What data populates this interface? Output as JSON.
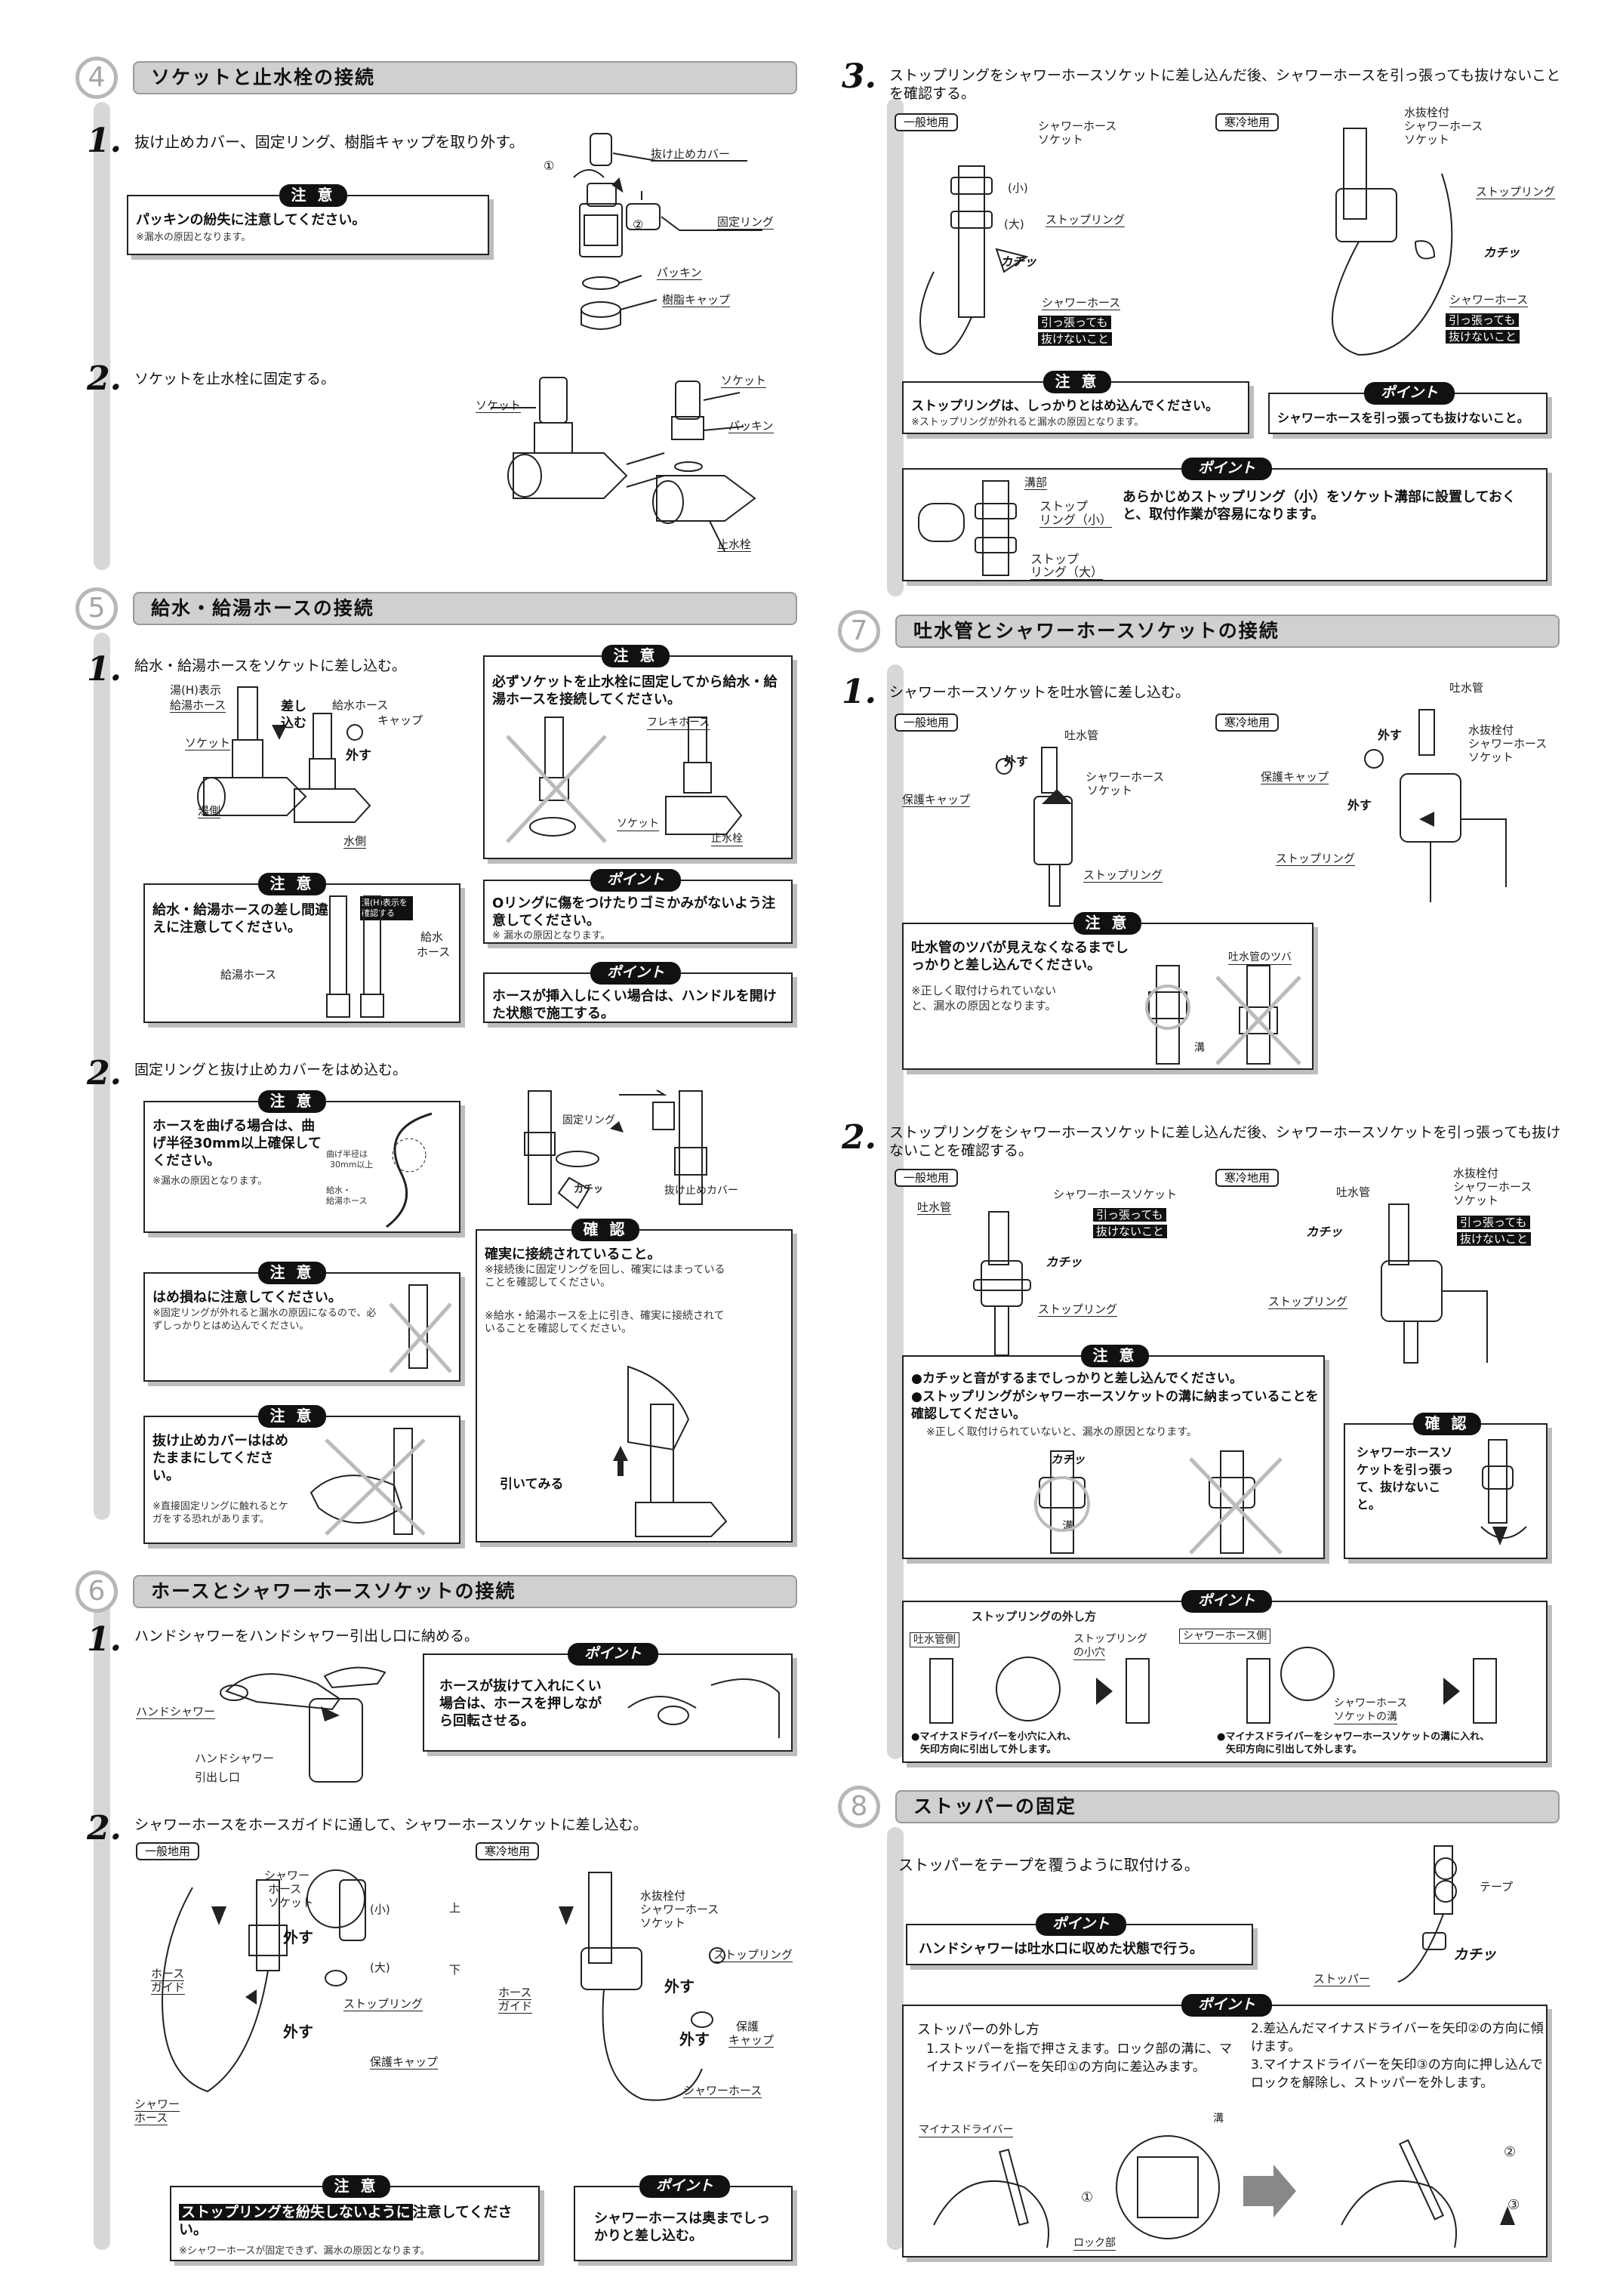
{
  "sec4": {
    "num": "4",
    "title": "ソケットと止水栓の接続",
    "s1": {
      "n": "1.",
      "text": "抜け止めカバー、固定リング、樹脂キャップを取り外す。",
      "caution": {
        "tag": "注 意",
        "main": "パッキンの紛失に注意してください。",
        "note": "※漏水の原因となります。"
      },
      "labels": {
        "cover": "抜け止めカバー",
        "ring": "固定リング",
        "packing": "パッキン",
        "cap": "樹脂キャップ",
        "c1": "①",
        "c2": "②"
      }
    },
    "s2": {
      "n": "2.",
      "text": "ソケットを止水栓に固定する。",
      "labels": {
        "socket_a": "ソケット",
        "socket_b": "ソケット",
        "packing": "パッキン",
        "valve": "止水栓"
      }
    }
  },
  "sec5": {
    "num": "5",
    "title": "給水・給湯ホースの接続",
    "s1": {
      "n": "1.",
      "text": "給水・給湯ホースをソケットに差し込む。",
      "labels": {
        "hot": "湯(H)表示",
        "hot2": "給湯ホース",
        "insert": "差し",
        "insert2": "込む",
        "cold": "給水ホース",
        "cap": "キャップ",
        "remove": "外す",
        "socket": "ソケット",
        "hotside": "湯側",
        "coldside": "水側"
      },
      "caution1": {
        "tag": "注 意",
        "main": "必ずソケットを止水栓に固定してから給水・給湯ホースを接続してください。",
        "flex": "フレキホース",
        "socket": "ソケット",
        "valve": "止水栓"
      },
      "caution2": {
        "tag": "注 意",
        "main": "給水・給湯ホースの差し間違えに注意してください。",
        "hose": "給湯ホース",
        "mark": "湯(H)表示を確認する",
        "cold": "給水",
        "cold2": "ホース"
      },
      "point1": {
        "tag": "ポイント",
        "main": "Oリングに傷をつけたりゴミかみがないよう注意してください。",
        "note": "※ 漏水の原因となります。"
      },
      "point2": {
        "tag": "ポイント",
        "main": "ホースが挿入しにくい場合は、ハンドルを開けた状態で施工する。"
      }
    },
    "s2": {
      "n": "2.",
      "text": "固定リングと抜け止めカバーをはめ込む。",
      "caution1": {
        "tag": "注 意",
        "main": "ホースを曲げる場合は、曲げ半径30mm以上確保してください。",
        "note": "※漏水の原因となります。",
        "l1": "曲げ半径は",
        "l2": "30mm以上",
        "l3": "給水・",
        "l4": "給湯ホース"
      },
      "caution2": {
        "tag": "注 意",
        "main": "はめ損ねに注意してください。",
        "note": "※固定リングが外れると漏水の原因になるので、必ずしっかりとはめ込んでください。"
      },
      "caution3": {
        "tag": "注 意",
        "main": "抜け止めカバーははめたままにしてください。",
        "note": "※直接固定リングに触れるとケガをする恐れがあります。"
      },
      "labels": {
        "ring": "固定リング",
        "cover": "抜け止めカバー",
        "click": "カチッ"
      },
      "confirm": {
        "tag": "確 認",
        "main": "確実に接続されていること。",
        "note1": "※接続後に固定リングを回し、確実にはまっていることを確認してください。",
        "note2": "※給水・給湯ホースを上に引き、確実に接続されていることを確認してください。",
        "pull": "引いてみる"
      }
    }
  },
  "sec6": {
    "num": "6",
    "title": "ホースとシャワーホースソケットの接続",
    "s1": {
      "n": "1.",
      "text": "ハンドシャワーをハンドシャワー引出し口に納める。",
      "labels": {
        "hs": "ハンドシャワー",
        "hs2": "ハンドシャワー",
        "exit": "引出し口"
      },
      "point": {
        "tag": "ポイント",
        "main": "ホースが抜けて入れにくい場合は、ホースを押しながら回転させる。"
      }
    },
    "s2": {
      "n": "2.",
      "text": "シャワーホースをホースガイドに通して、シャワーホースソケットに差し込む。",
      "general": "一般地用",
      "cold": "寒冷地用",
      "labels": {
        "sock": "シャワー",
        "sock2": "ホース",
        "sock3": "ソケット",
        "remove": "外す",
        "small": "(小)",
        "top": "上",
        "large": "(大)",
        "bottom": "下",
        "guide": "ホース",
        "guide2": "ガイド",
        "stopring": "ストップリング",
        "remove2": "外す",
        "cap": "保護キャップ",
        "shower": "シャワー",
        "shower2": "ホース",
        "c_drain": "水抜栓付",
        "c_sock": "シャワーホース",
        "c_sock2": "ソケット",
        "c_remove": "外す",
        "c_stopring": "ストップリング",
        "c_guide": "ホース",
        "c_guide2": "ガイド",
        "c_remove2": "外す",
        "c_cap": "保護",
        "c_cap2": "キャップ",
        "c_shower": "シャワーホース"
      },
      "caution": {
        "tag": "注 意",
        "hl": "ストップリングを紛失しないように",
        "main": "注意してください。",
        "note": "※シャワーホースが固定できず、漏水の原因となります。"
      },
      "point": {
        "tag": "ポイント",
        "main": "シャワーホースは奥までしっかりと差し込む。"
      }
    }
  },
  "s3": {
    "n": "3.",
    "text": "ストップリングをシャワーホースソケットに差し込んだ後、シャワーホースを引っ張っても抜けないことを確認する。",
    "general": "一般地用",
    "cold": "寒冷地用",
    "labels": {
      "sock": "シャワーホース",
      "sock2": "ソケット",
      "small": "(小)",
      "large": "(大)",
      "stopring": "ストップリング",
      "click": "カチッ",
      "shower": "シャワーホース",
      "pull1": "引っ張っても",
      "pull2": "抜けないこと",
      "c_drain": "水抜栓付",
      "c_sock": "シャワーホース",
      "c_sock2": "ソケット",
      "c_stopring": "ストップリング",
      "c_click": "カチッ",
      "c_shower": "シャワーホース",
      "c_pull1": "引っ張っても",
      "c_pull2": "抜けないこと"
    },
    "caution": {
      "tag": "注 意",
      "main": "ストップリングは、しっかりとはめ込んでください。",
      "note": "※ストップリングが外れると漏水の原因となります。"
    },
    "point1": {
      "tag": "ポイント",
      "main": "シャワーホースを引っ張っても抜けないこと。"
    },
    "point2": {
      "tag": "ポイント",
      "main": "あらかじめストップリング（小）をソケット溝部に設置しておくと、取付作業が容易になります。",
      "groove": "溝部",
      "sr": "ストップ",
      "sr2": "リング（小）",
      "lr": "ストップ",
      "lr2": "リング（大）"
    }
  },
  "sec7": {
    "num": "7",
    "title": "吐水管とシャワーホースソケットの接続",
    "s1": {
      "n": "1.",
      "text": "シャワーホースソケットを吐水管に差し込む。",
      "general": "一般地用",
      "cold": "寒冷地用",
      "labels": {
        "spout": "吐水管",
        "remove": "外す",
        "sock": "シャワーホース",
        "sock2": "ソケット",
        "cap": "保護キャップ",
        "stopring": "ストップリング",
        "c_spout": "吐水管",
        "c_remove": "外す",
        "c_drain": "水抜栓付",
        "c_sock": "シャワーホース",
        "c_sock2": "ソケット",
        "c_cap": "保護キャップ",
        "c_remove2": "外す",
        "c_stopring": "ストップリング"
      },
      "caution": {
        "tag": "注 意",
        "main": "吐水管のツバが見えなくなるまでしっかりと差し込んでください。",
        "note": "※正しく取付けられていないと、漏水の原因となります。",
        "flange": "吐水管のツバ",
        "groove": "溝"
      }
    },
    "s2": {
      "n": "2.",
      "text": "ストップリングをシャワーホースソケットに差し込んだ後、シャワーホースソケットを引っ張っても抜けないことを確認する。",
      "general": "一般地用",
      "cold": "寒冷地用",
      "labels": {
        "sock": "シャワーホースソケット",
        "spout": "吐水管",
        "pull1": "引っ張っても",
        "pull2": "抜けないこと",
        "click": "カチッ",
        "stopring": "ストップリング",
        "c_spout": "吐水管",
        "c_drain": "水抜栓付",
        "c_sock": "シャワーホース",
        "c_sock2": "ソケット",
        "c_click": "カチッ",
        "c_pull1": "引っ張っても",
        "c_pull2": "抜けないこと",
        "c_stopring": "ストップリング"
      },
      "caution": {
        "tag": "注 意",
        "b1": "●カチッと音がするまでしっかりと差し込んでください。",
        "b2": "●ストップリングがシャワーホースソケットの溝に納まっていることを確認してください。",
        "note": "※正しく取付けられていないと、漏水の原因となります。",
        "click": "カチッ",
        "groove": "溝"
      },
      "confirm": {
        "tag": "確 認",
        "main": "シャワーホースソケットを引っ張って、抜けないこと。"
      },
      "point": {
        "tag": "ポイント",
        "title": "ストップリングの外し方",
        "spout_side": "吐水管側",
        "hose_side": "シャワーホース側",
        "hole": "ストップリング",
        "hole2": "の小穴",
        "groove": "シャワーホース",
        "groove2": "ソケットの溝",
        "n1": "●マイナスドライバーを小穴に入れ、",
        "n1b": "矢印方向に引出して外します。",
        "n2": "●マイナスドライバーをシャワーホースソケットの溝に入れ、",
        "n2b": "矢印方向に引出して外します。"
      }
    }
  },
  "sec8": {
    "num": "8",
    "title": "ストッパーの固定",
    "text": "ストッパーをテープを覆うように取付ける。",
    "labels": {
      "tape": "テープ",
      "click": "カチッ",
      "stopper": "ストッパー"
    },
    "point1": {
      "tag": "ポイント",
      "main": "ハンドシャワーは吐水口に収めた状態で行う。"
    },
    "point2": {
      "tag": "ポイント",
      "title": "ストッパーの外し方",
      "p1": "1.ストッパーを指で押さえます。ロック部の溝に、マイナスドライバーを矢印①の方向に差込みます。",
      "p2": "2.差込んだマイナスドライバーを矢印②の方向に傾けます。",
      "p3": "3.マイナスドライバーを矢印③の方向に押し込んでロックを解除し、ストッパーを外します。",
      "driver": "マイナスドライバー",
      "groove": "溝",
      "lock": "ロック部",
      "a1": "①",
      "a2": "②",
      "a3": "③"
    }
  }
}
